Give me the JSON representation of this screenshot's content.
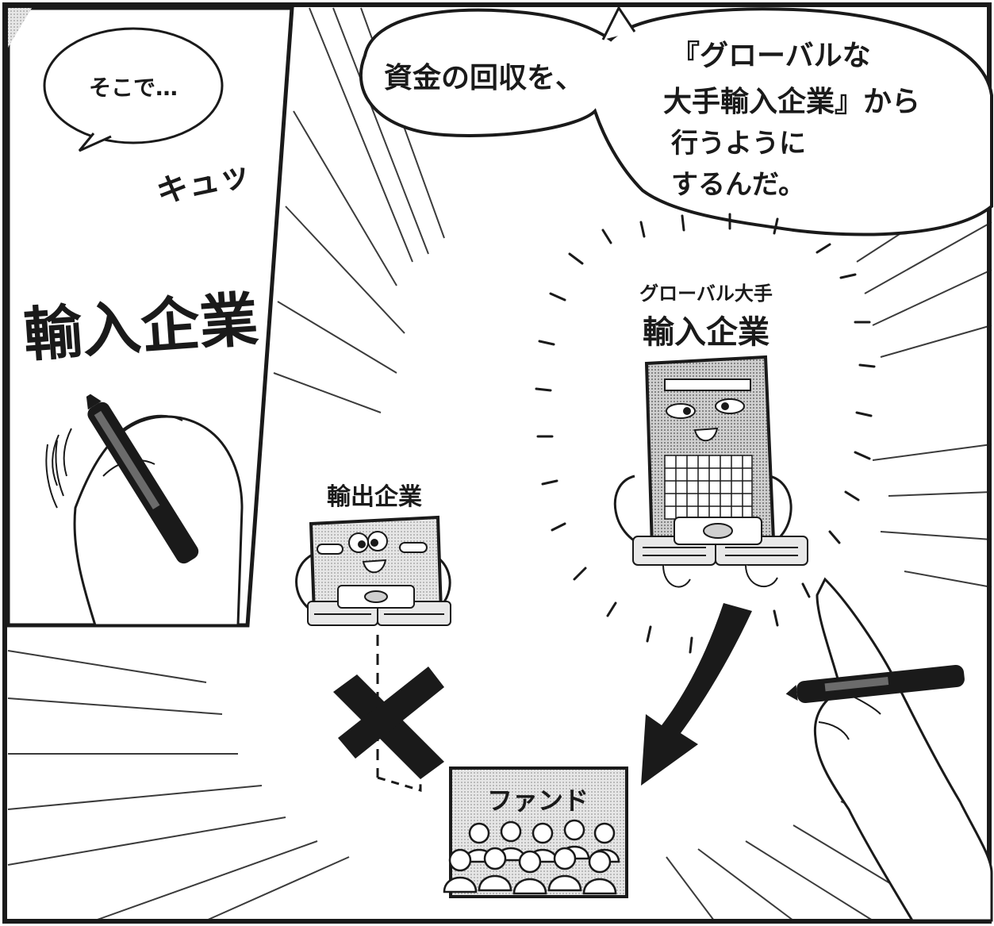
{
  "colors": {
    "ink": "#1a1a1a",
    "paper": "#ffffff",
    "screentone": "#bdbdbd",
    "tone_light": "#d9d9d9"
  },
  "left_panel": {
    "speech": "そこで…",
    "sfx": "キュッ",
    "whiteboard_text": "輸入企業"
  },
  "main_bubble": {
    "line1": "資金の回収を、",
    "line2": "『グローバルな",
    "line3": "大手輸入企業』から",
    "line4": "行うように",
    "line5": "するんだ。"
  },
  "big_company": {
    "label_top": "グローバル大手",
    "label_main": "輸入企業"
  },
  "small_company": {
    "label": "輸出企業"
  },
  "fund": {
    "label": "ファンド"
  },
  "icons": [
    "hand-with-marker-icon",
    "pointing-hand-icon",
    "cross-mark-icon",
    "curved-arrow-icon",
    "crowd-icon",
    "money-stack-icon"
  ]
}
